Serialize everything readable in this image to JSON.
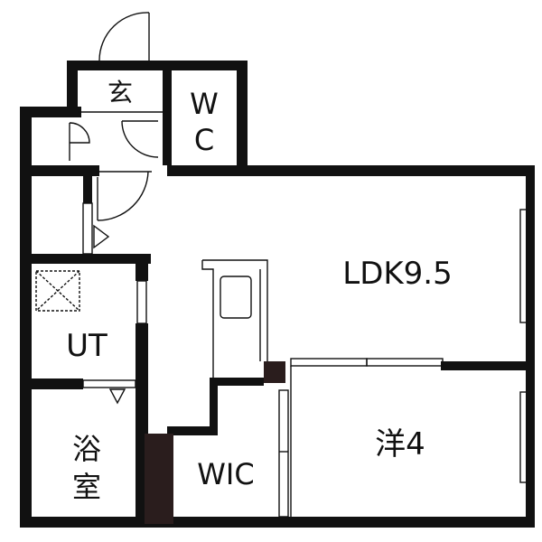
{
  "floor_plan": {
    "rooms": {
      "genkan": "玄",
      "wc_line1": "W",
      "wc_line2": "C",
      "ldk": "LDK9.5",
      "western": "洋4",
      "ut": "UT",
      "bath_line1": "浴",
      "bath_line2": "室",
      "wic": "WIC"
    },
    "colors": {
      "wall": "#111111",
      "pillar": "#2a1d1d",
      "background": "#ffffff"
    }
  }
}
